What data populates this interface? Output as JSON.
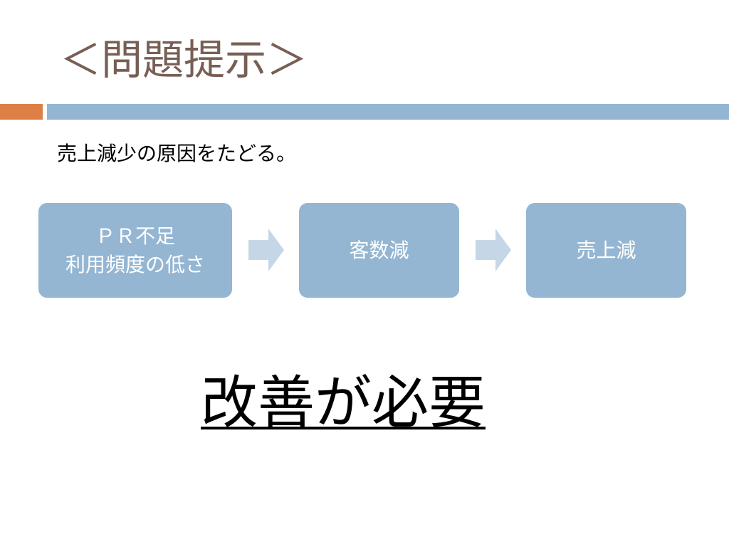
{
  "slide": {
    "title": "＜問題提示＞",
    "intro": "売上減少の原因をたどる。",
    "flow": {
      "box1_line1": "ＰＲ不足",
      "box1_line2": "利用頻度の低さ",
      "box2": "客数減",
      "box3": "売上減"
    },
    "conclusion": "改善が必要"
  },
  "colors": {
    "title": "#775f55",
    "accent_orange": "#dd8047",
    "accent_blue": "#94b6d2",
    "arrow": "#c5d7e6"
  }
}
